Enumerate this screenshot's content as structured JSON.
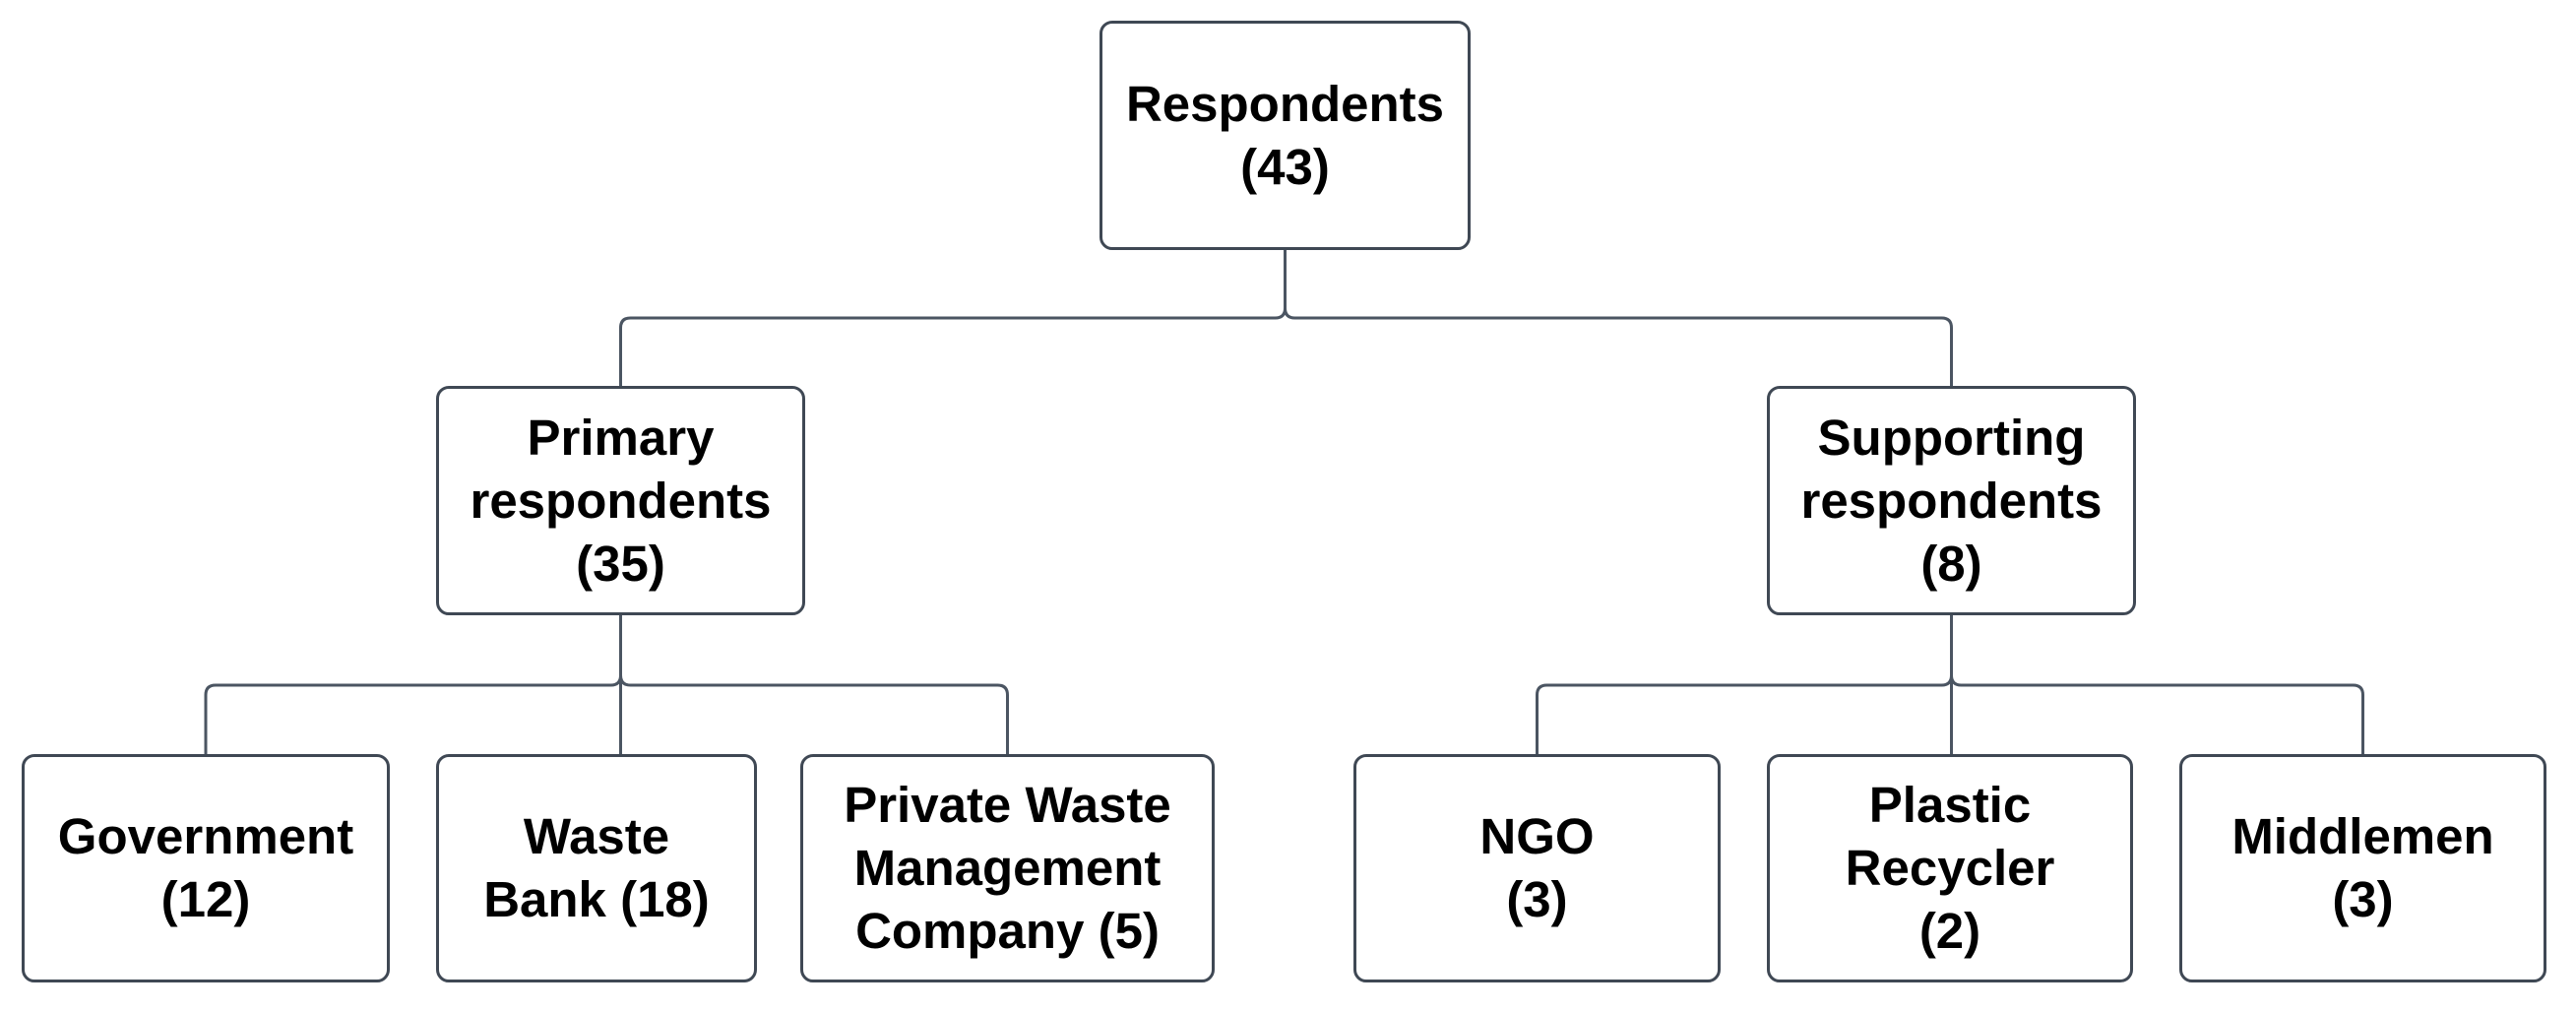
{
  "diagram": {
    "type": "org-tree",
    "root_label": "Respondents (43)",
    "total_respondents": 43,
    "nodes": {
      "respondents": {
        "lines": [
          "Respondents",
          "(43)"
        ],
        "name": "Respondents",
        "count": 43
      },
      "primary": {
        "lines": [
          "Primary",
          "respondents",
          "(35)"
        ],
        "name": "Primary respondents",
        "count": 35
      },
      "supporting": {
        "lines": [
          "Supporting",
          "respondents",
          "(8)"
        ],
        "name": "Supporting respondents",
        "count": 8
      },
      "government": {
        "lines": [
          "Government",
          "(12)"
        ],
        "name": "Government",
        "count": 12
      },
      "waste_bank": {
        "lines": [
          "Waste",
          "Bank (18)"
        ],
        "name": "Waste Bank",
        "count": 18
      },
      "private_wmc": {
        "lines": [
          "Private Waste",
          "Management",
          "Company (5)"
        ],
        "name": "Private Waste Management Company",
        "count": 5
      },
      "ngo": {
        "lines": [
          "NGO",
          "(3)"
        ],
        "name": "NGO",
        "count": 3
      },
      "plastic_recycler": {
        "lines": [
          "Plastic",
          "Recycler",
          "(2)"
        ],
        "name": "Plastic Recycler",
        "count": 2
      },
      "middlemen": {
        "lines": [
          "Middlemen",
          "(3)"
        ],
        "name": "Middlemen",
        "count": 3
      }
    },
    "edges": [
      {
        "from": "respondents",
        "to": "primary"
      },
      {
        "from": "respondents",
        "to": "supporting"
      },
      {
        "from": "primary",
        "to": "government"
      },
      {
        "from": "primary",
        "to": "waste_bank"
      },
      {
        "from": "primary",
        "to": "private_wmc"
      },
      {
        "from": "supporting",
        "to": "ngo"
      },
      {
        "from": "supporting",
        "to": "plastic_recycler"
      },
      {
        "from": "supporting",
        "to": "middlemen"
      }
    ]
  },
  "colors": {
    "background": "#ffffff",
    "border": "#3f4854",
    "connector": "#4b5562",
    "text": "#000000"
  }
}
